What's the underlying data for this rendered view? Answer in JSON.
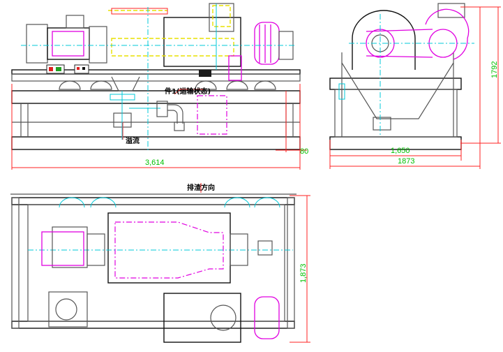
{
  "drawing": {
    "front_view": {
      "dimension_length": "3,614",
      "dimension_offset": "80",
      "overflow_label": "溢流",
      "callout_label": "件1(运输状态)"
    },
    "side_view": {
      "dimension_width_inner": "1,650",
      "dimension_width_outer": "1873",
      "dimension_height": "1792"
    },
    "top_view": {
      "discharge_direction_label": "排渣方向",
      "dimension_width": "1,873"
    },
    "colors": {
      "frame": "#555555",
      "centerline": "#00c8d8",
      "hidden_parts": "#e000e0",
      "dimension": "#ff2020",
      "dimension_text": "#00c000",
      "cover_outline": "#e8e000"
    }
  }
}
